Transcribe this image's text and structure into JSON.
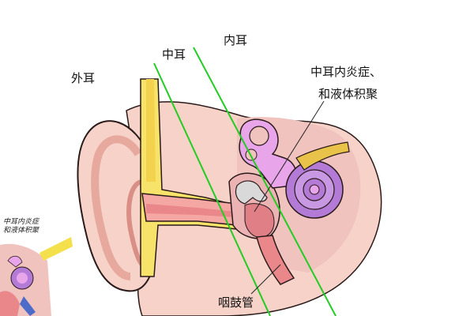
{
  "labels": {
    "outer_ear": "外耳",
    "middle_ear": "中耳",
    "inner_ear": "内耳",
    "callout_line1": "中耳内炎症、",
    "callout_line2": "和液体积聚",
    "eustachian_tube": "咽鼓管",
    "thumb_line1": "中耳内炎症",
    "thumb_line2": "和液体积聚"
  },
  "colors": {
    "skin": "#f6d2c8",
    "skin_shadow": "#e7a99d",
    "canal_pink": "#f4a7a3",
    "canal_inner": "#e9878a",
    "cartilage_yellow": "#f7e36a",
    "bone_grey": "#d9d9d9",
    "cochlea_purple": "#b37ad6",
    "vestibule_pink": "#e8a5ea",
    "nerve_yellow": "#e9c24a",
    "divider_green": "#22cc22",
    "outline": "#2a1a1a"
  }
}
